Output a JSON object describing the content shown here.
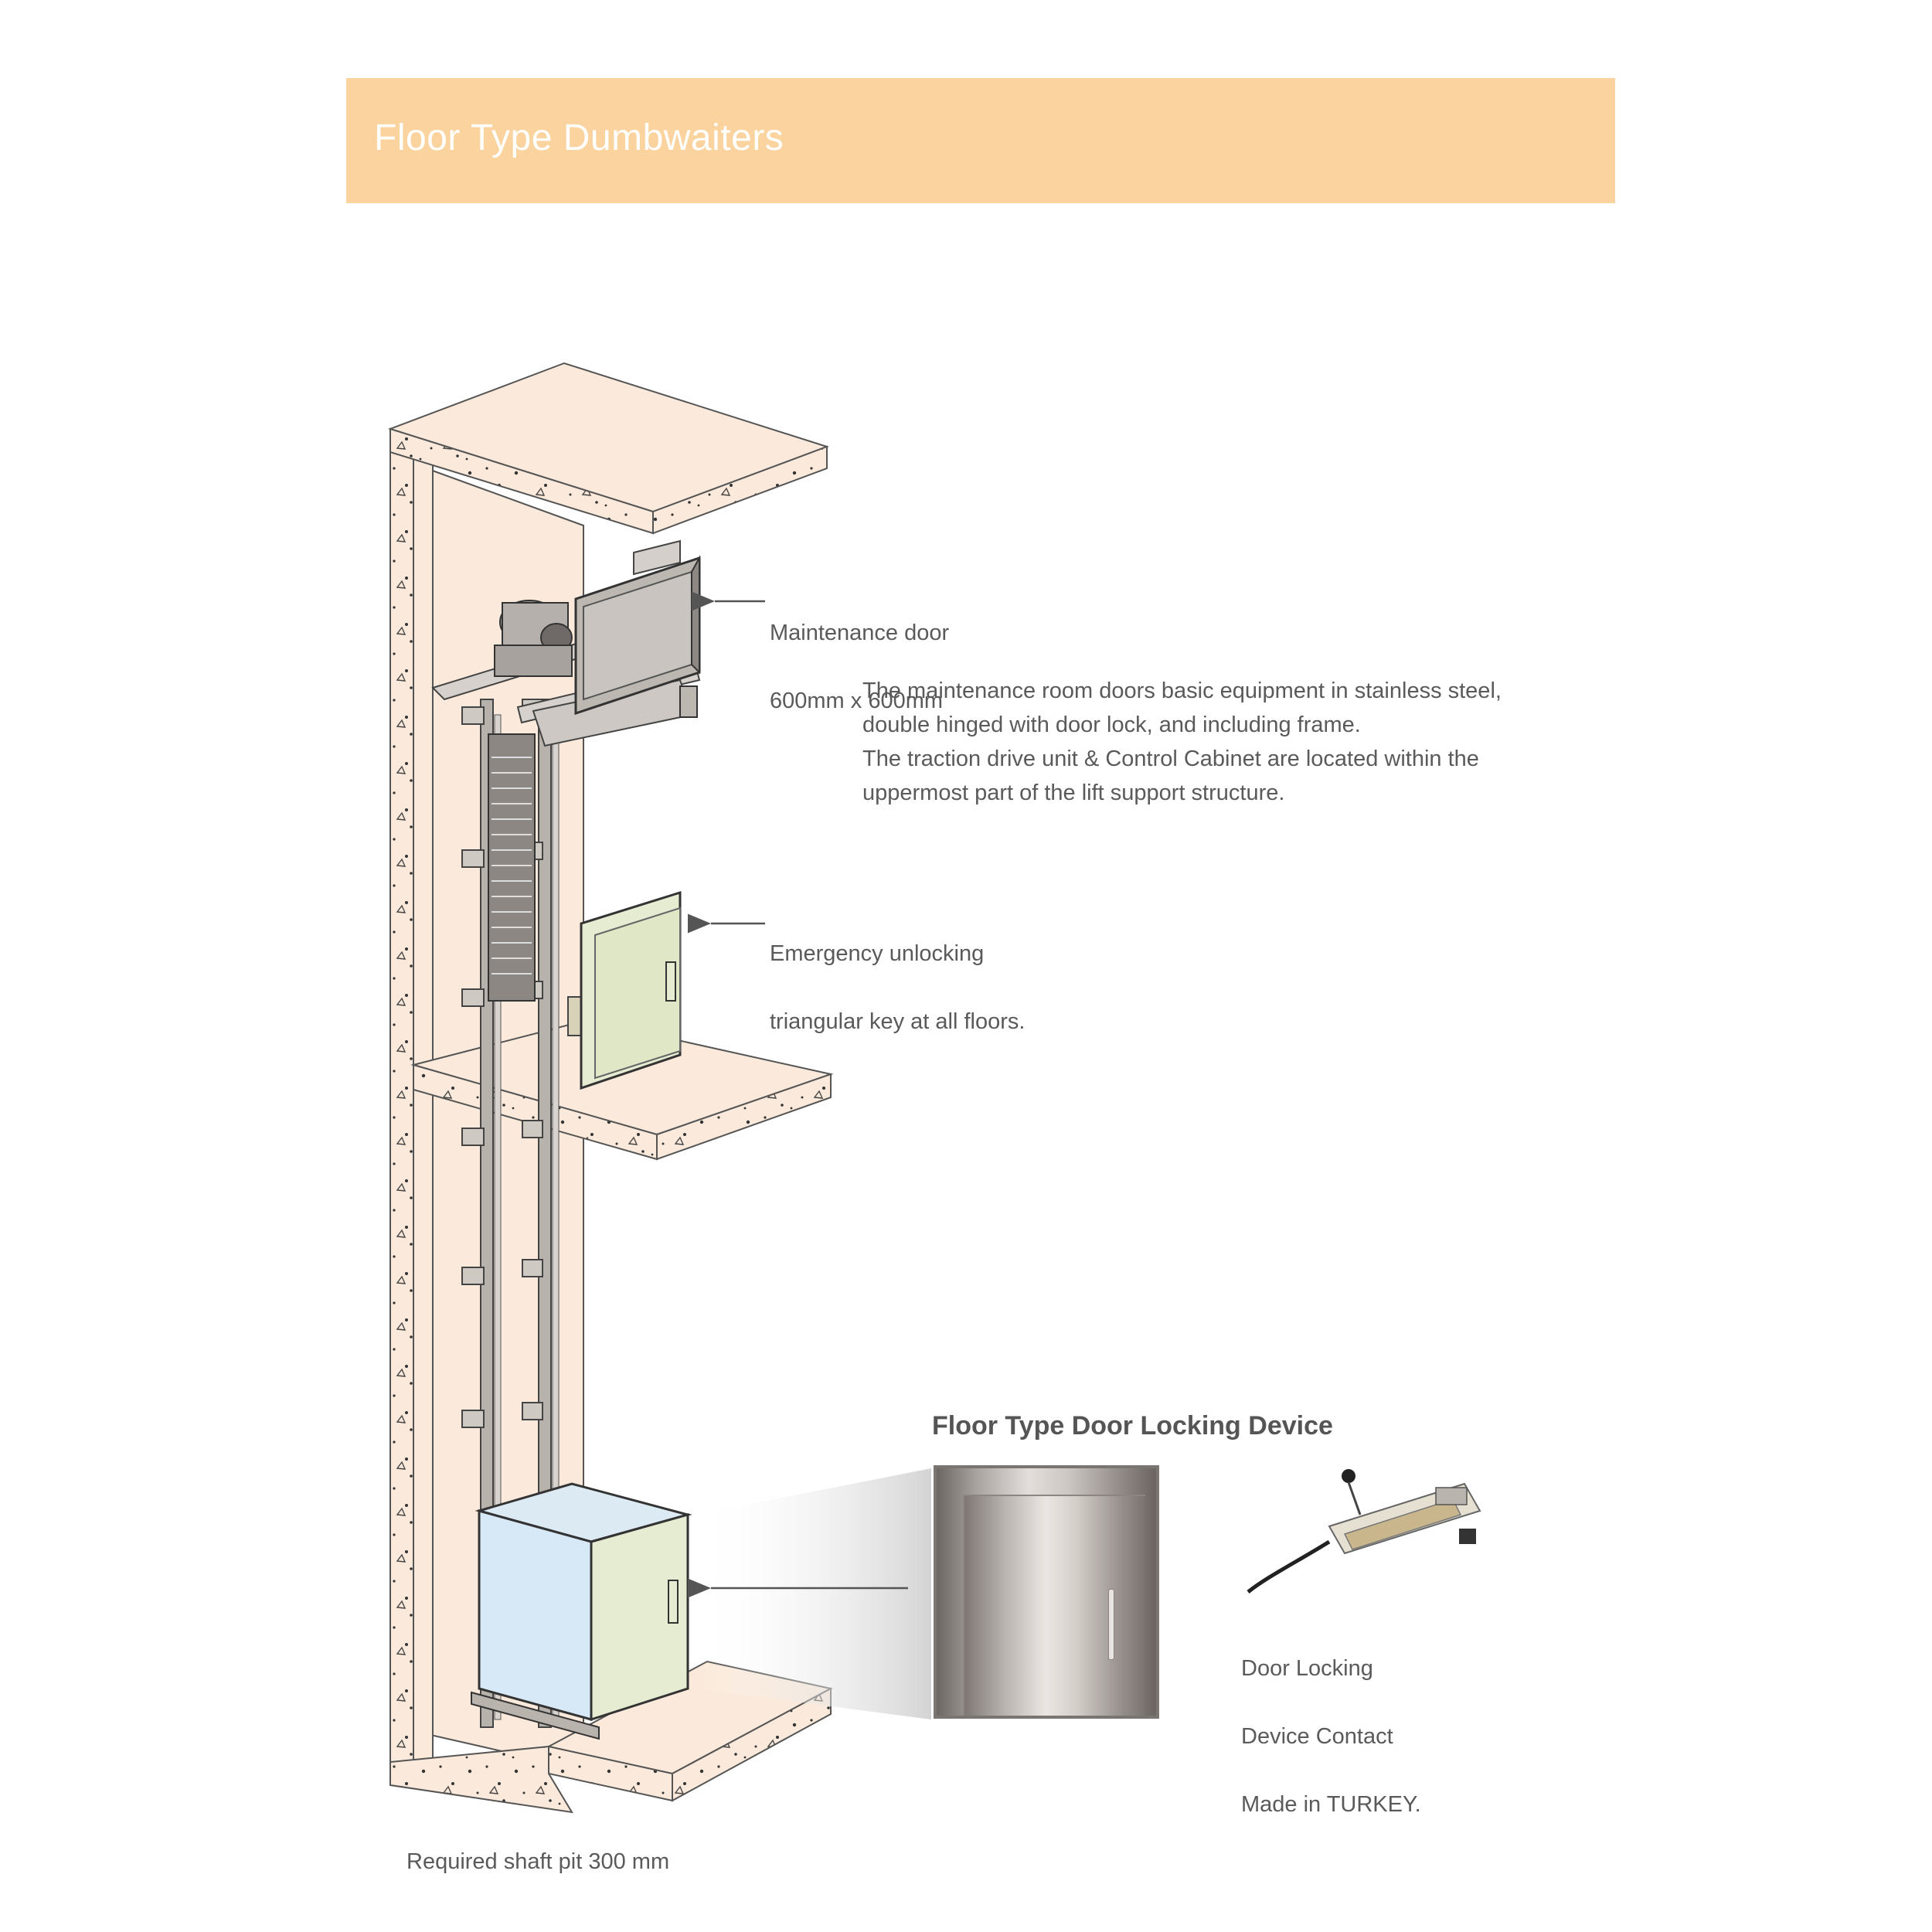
{
  "banner": {
    "title": "Floor Type Dumbwaiters"
  },
  "callouts": {
    "maintenance_door_line1": "Maintenance door",
    "maintenance_door_line2": "600mm x 600mm",
    "maintenance_description": "The maintenance room doors basic equipment in stainless steel,\ndouble hinged with door lock, and  including frame.\nThe traction drive unit & Control Cabinet are located within the\nuppermost part of the lift support structure.",
    "emergency_line1": "Emergency unlocking",
    "emergency_line2": "triangular key at all floors.",
    "locking_device_heading": "Floor Type Door Locking Device",
    "contact_line1": "Door Locking",
    "contact_line2": "Device Contact",
    "contact_line3": "Made in TURKEY.",
    "shaft_pit_note": "Required shaft pit 300 mm"
  },
  "colors": {
    "banner": "#fad39e",
    "concrete": "#fbeadb",
    "concrete_outline": "#555555",
    "glass_car": "#d7e9f7",
    "door_panel": "#e5ecd2",
    "steel": "#c9c4bf"
  }
}
